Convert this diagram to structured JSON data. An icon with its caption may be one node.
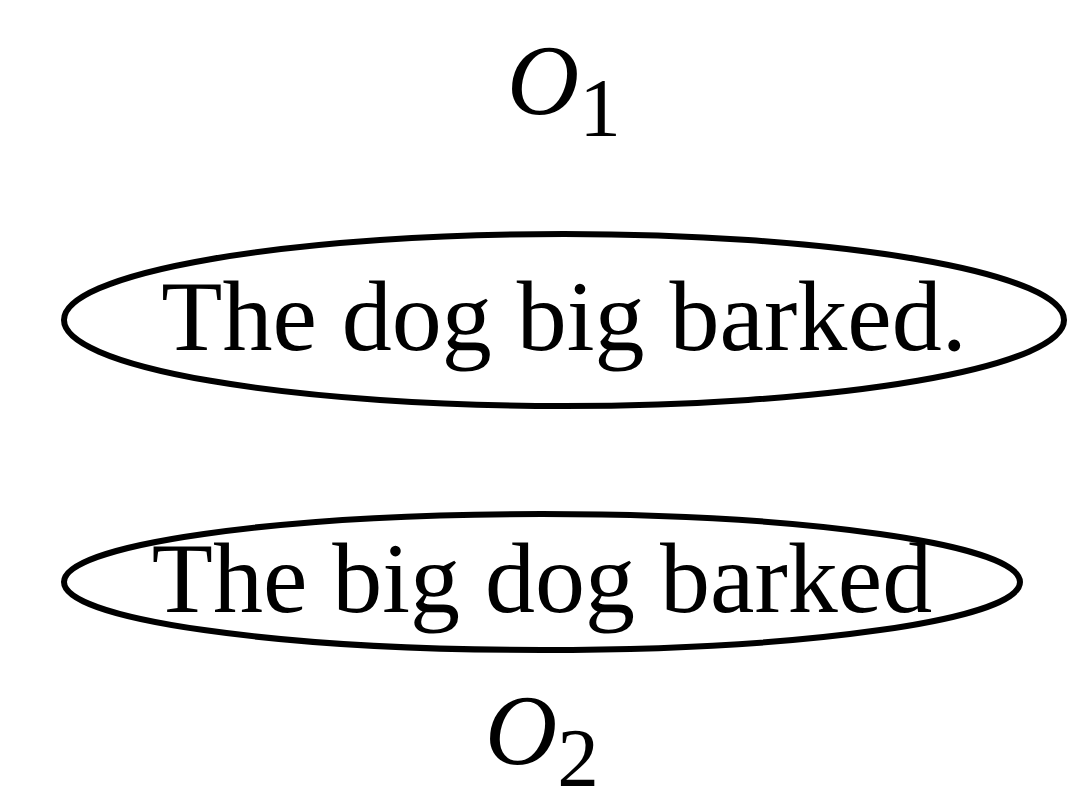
{
  "diagram": {
    "nodes": [
      {
        "text": [
          "The dog big barked."
        ],
        "beside": [
          "*O*$_{1}$"
        ]
      },
      {
        "text": [
          "The big dog barked"
        ],
        "beside": [
          "*O*$_{2}$"
        ]
      }
    ]
  }
}
